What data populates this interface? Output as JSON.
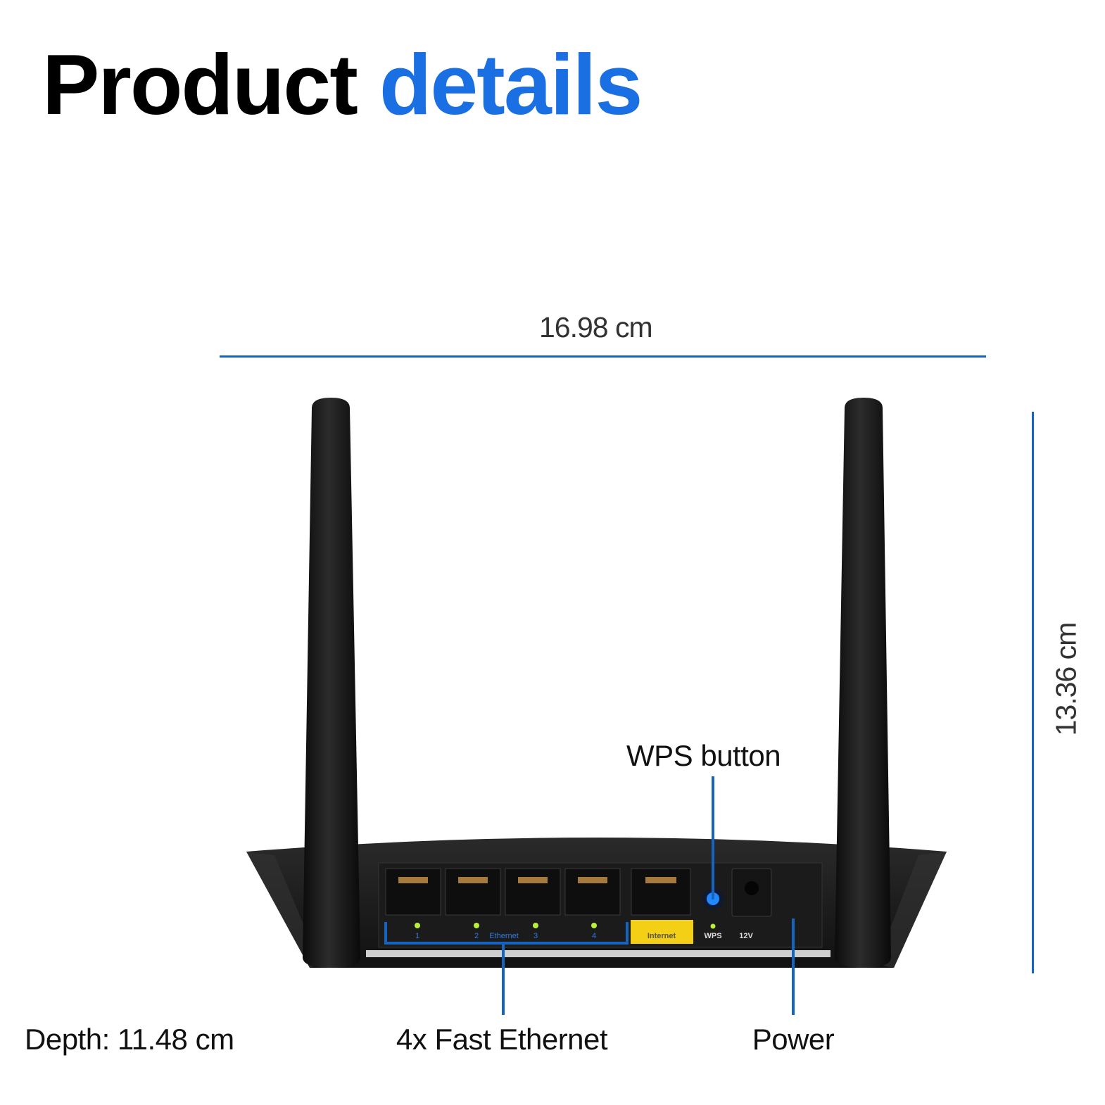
{
  "title": {
    "part1": "Product",
    "part2": "details"
  },
  "dimensions": {
    "width": "16.98 cm",
    "height": "13.36 cm",
    "depth": "Depth: 11.48 cm"
  },
  "callouts": {
    "wps": "WPS button",
    "ethernet": "4x Fast Ethernet",
    "power": "Power"
  },
  "router_labels": {
    "port1": "1",
    "port2": "2",
    "ethernet": "Ethernet",
    "port3": "3",
    "port4": "4",
    "internet": "Internet",
    "wps": "WPS",
    "power": "12V"
  },
  "colors": {
    "accent": "#1a6fe3",
    "line": "#1565c0",
    "internet_label": "#f3cf16",
    "led": "#b8f03a"
  }
}
